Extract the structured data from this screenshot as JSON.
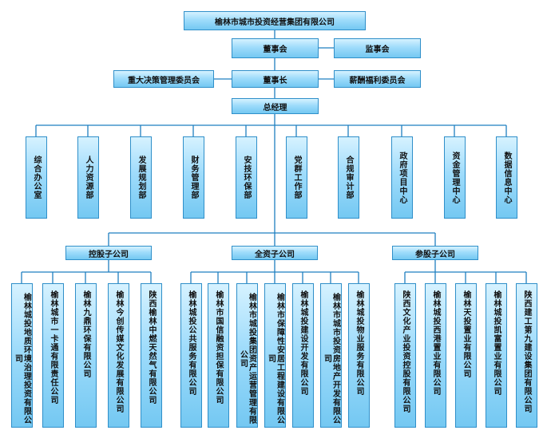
{
  "company": "榆林市城市投资经营集团有限公司",
  "board": "董事会",
  "supervisory_board": "监事会",
  "chairman": "董事长",
  "decision_committee": "重大决策管理委员会",
  "compensation_committee": "薪酬福利委员会",
  "general_manager": "总经理",
  "departments": [
    "综合办公室",
    "人力资源部",
    "发展规划部",
    "财务管理部",
    "安技环保部",
    "党群工作部",
    "合规审计部",
    "政府项目中心",
    "资金管理中心",
    "数据信息中心"
  ],
  "holding": {
    "label": "控股子公司",
    "companies": [
      "榆林城投地质环境治理投资有限公司",
      "榆林城市一卡通有限责任公司",
      "榆林九鼎环保有限公司",
      "榆林今创传媒文化发展有限公司",
      "陕西榆林中燃天然气有限公司"
    ]
  },
  "wholly_owned": {
    "label": "全资子公司",
    "companies": [
      "榆林城投公共服务有限公司",
      "榆林市国信融资担保有限公司",
      "榆林市城投集团资产运营管理有限公司",
      "榆林市保障性安居工程建设有限公司",
      "榆林城投建设开发有限公司",
      "榆林市城市投资房地产开发有限公司",
      "榆林城投物业服务有限公司"
    ]
  },
  "participating": {
    "label": "参股子公司",
    "companies": [
      "陕西文化产业投资控股有限公司",
      "榆林城投西港置业有限公司",
      "榆林天投置业有限公司",
      "榆林城投凯富置业有限公司",
      "陕西建工第九建设集团有限公司"
    ]
  }
}
